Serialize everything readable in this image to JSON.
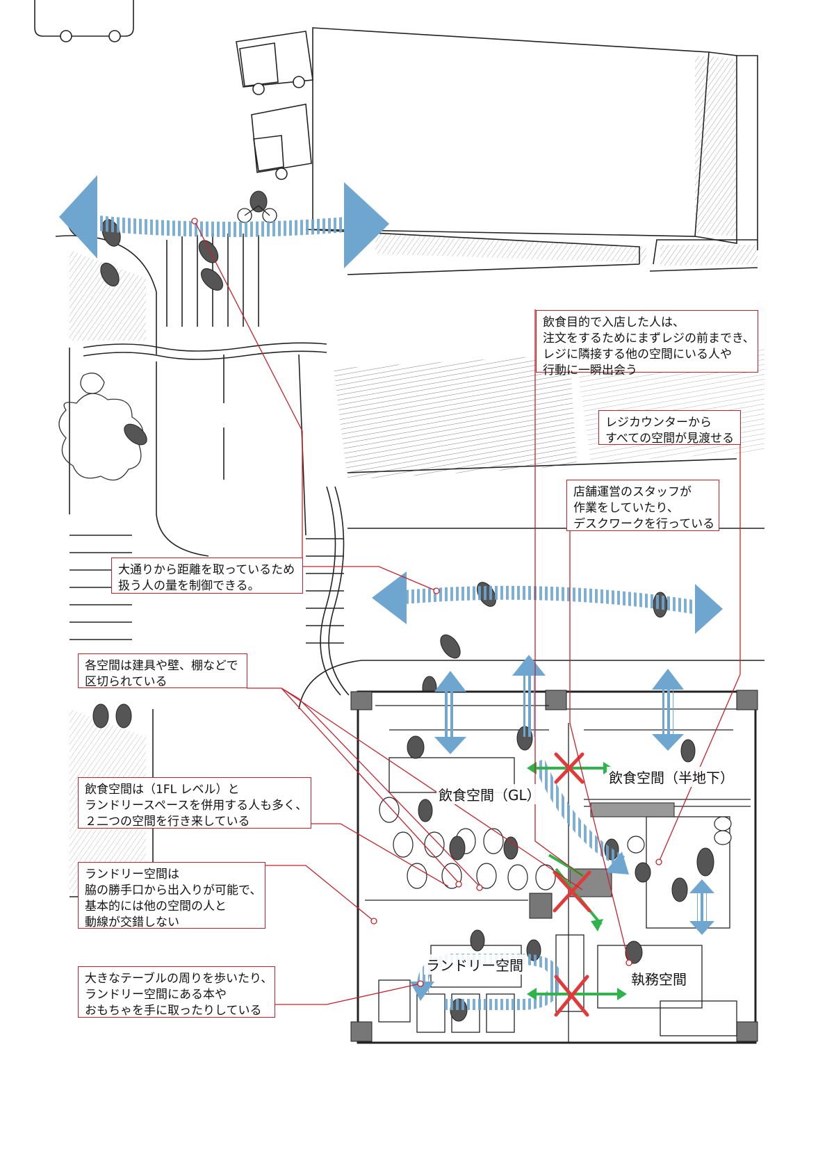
{
  "notes": {
    "entry": [
      "飲食目的で入店した人は、",
      "注文をするためにまずレジの前までき、",
      "レジに隣接する他の空間にいる人や",
      "行動に一瞬出会う"
    ],
    "register": [
      "レジカウンターから",
      "すべての空間が見渡せる"
    ],
    "staff": [
      "店舗運営のスタッフが",
      "作業をしていたり、",
      "デスクワークを行っている"
    ],
    "distance": [
      "大通りから距離を取っているため",
      "扱う人の量を制御できる。"
    ],
    "partition": [
      "各空間は建具や壁、棚などで",
      "区切られている"
    ],
    "dining_laundry": [
      "飲食空間は（1FL レベル）と",
      "ランドリースペースを併用する人も多く、",
      "２二つの空間を行き来している"
    ],
    "laundry_access": [
      "ランドリー空間は",
      "脇の勝手口から出入りが可能で、",
      "基本的には他の空間の人と",
      "動線が交錯しない"
    ],
    "table": [
      "大きなテーブルの周りを歩いたり、",
      "ランドリー空間にある本や",
      "おもちゃを手に取ったりしている"
    ]
  },
  "rooms": {
    "dining_gl": "飲食空間（GL）",
    "dining_basement": "飲食空間（半地下）",
    "laundry": "ランドリー空間",
    "office": "執務空間"
  },
  "colors": {
    "annotation_red": "#c8202a",
    "flow_blue": "#6fa6d0",
    "link_green": "#2fb34a",
    "block_cross": "#e23a3a",
    "ink": "#222222"
  }
}
